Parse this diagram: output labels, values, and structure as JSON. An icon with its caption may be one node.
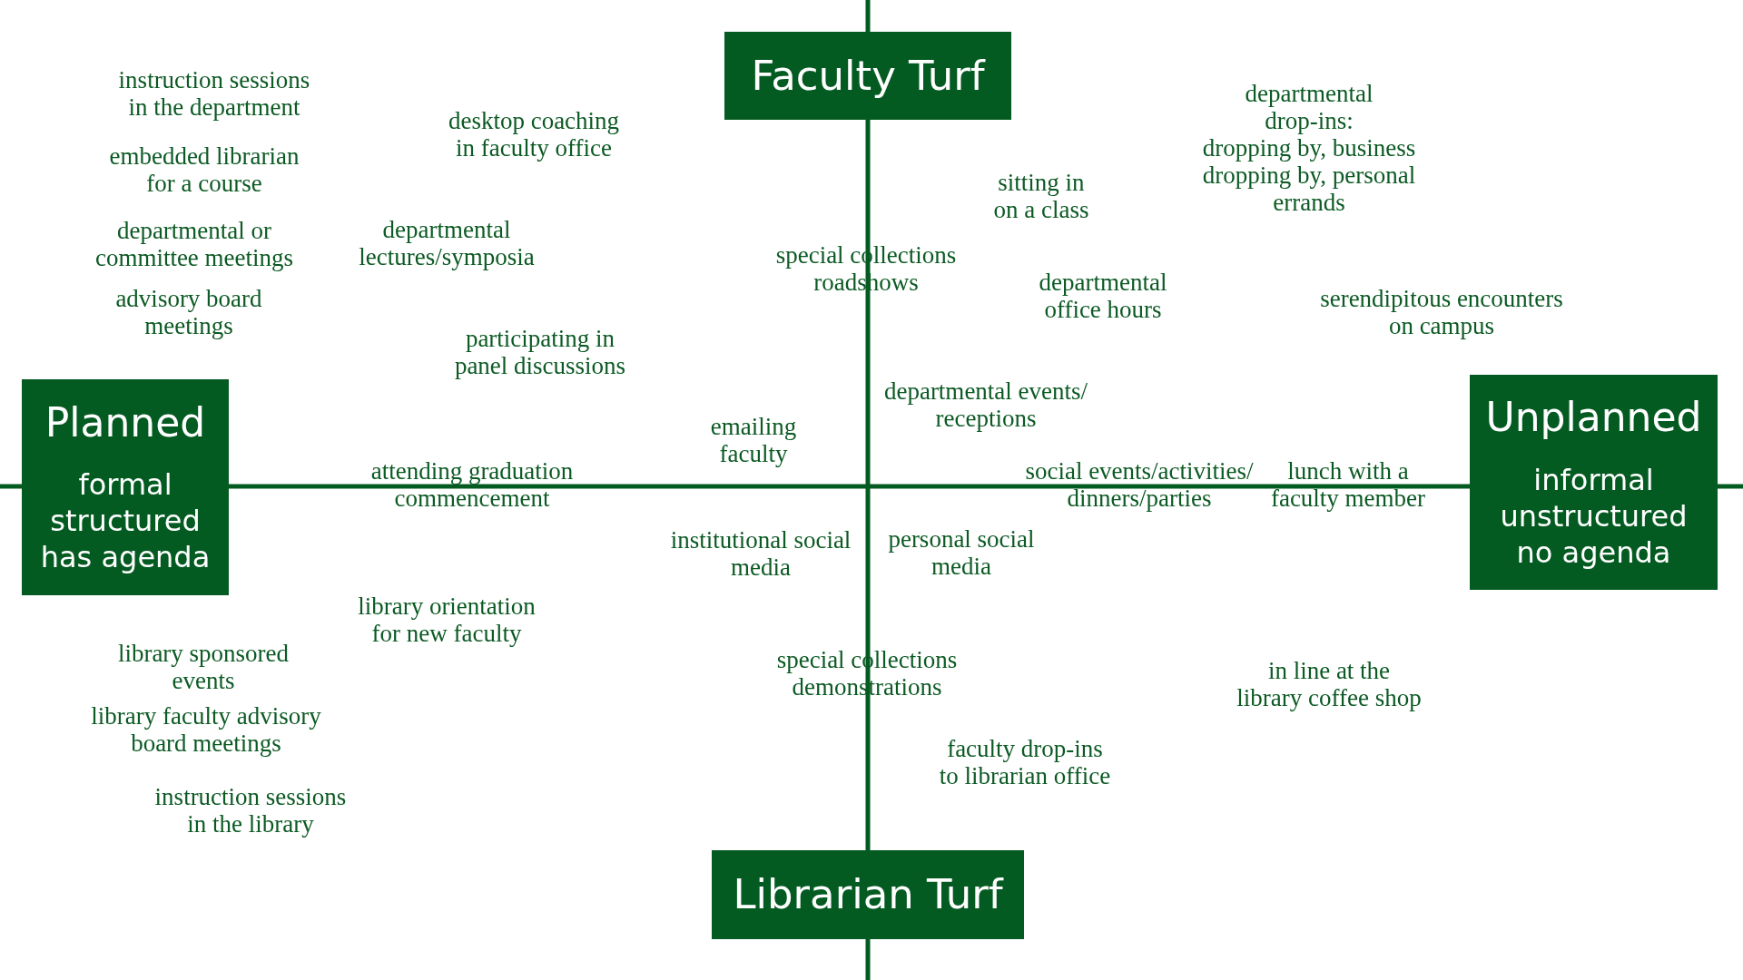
{
  "diagram": {
    "nodes": [
      {
        "text": [
          "Faculty Turf"
        ]
      },
      {
        "text": [
          "Planned",
          "formal structured has agenda"
        ]
      },
      {
        "text": [
          "Unplanned",
          "informal unstructured no agenda"
        ]
      },
      {
        "text": [
          "Librarian Turf"
        ]
      }
    ],
    "labels": [
      "instruction sessions in the department",
      "desktop coaching in faculty office",
      "departmental drop-ins: dropping by, business dropping by, personal errands",
      "embedded librarian for a course",
      "sitting in on a class",
      "departmental or committee meetings",
      "departmental lectures/symposia",
      "special collections roadshows",
      "advisory board meetings",
      "departmental office hours",
      "serendipitous encounters on campus",
      "participating in panel discussions",
      "departmental events/ receptions",
      "emailing faculty",
      "attending graduation commencement",
      "social events/activities/ dinners/parties",
      "lunch with a faculty member",
      "institutional social media",
      "personal social media",
      "library orientation for new faculty",
      "library sponsored events",
      "special collections demonstrations",
      "in line at the library coffee shop",
      "library faculty advisory board meetings",
      "faculty drop-ins to librarian office",
      "instruction sessions in the library"
    ]
  }
}
